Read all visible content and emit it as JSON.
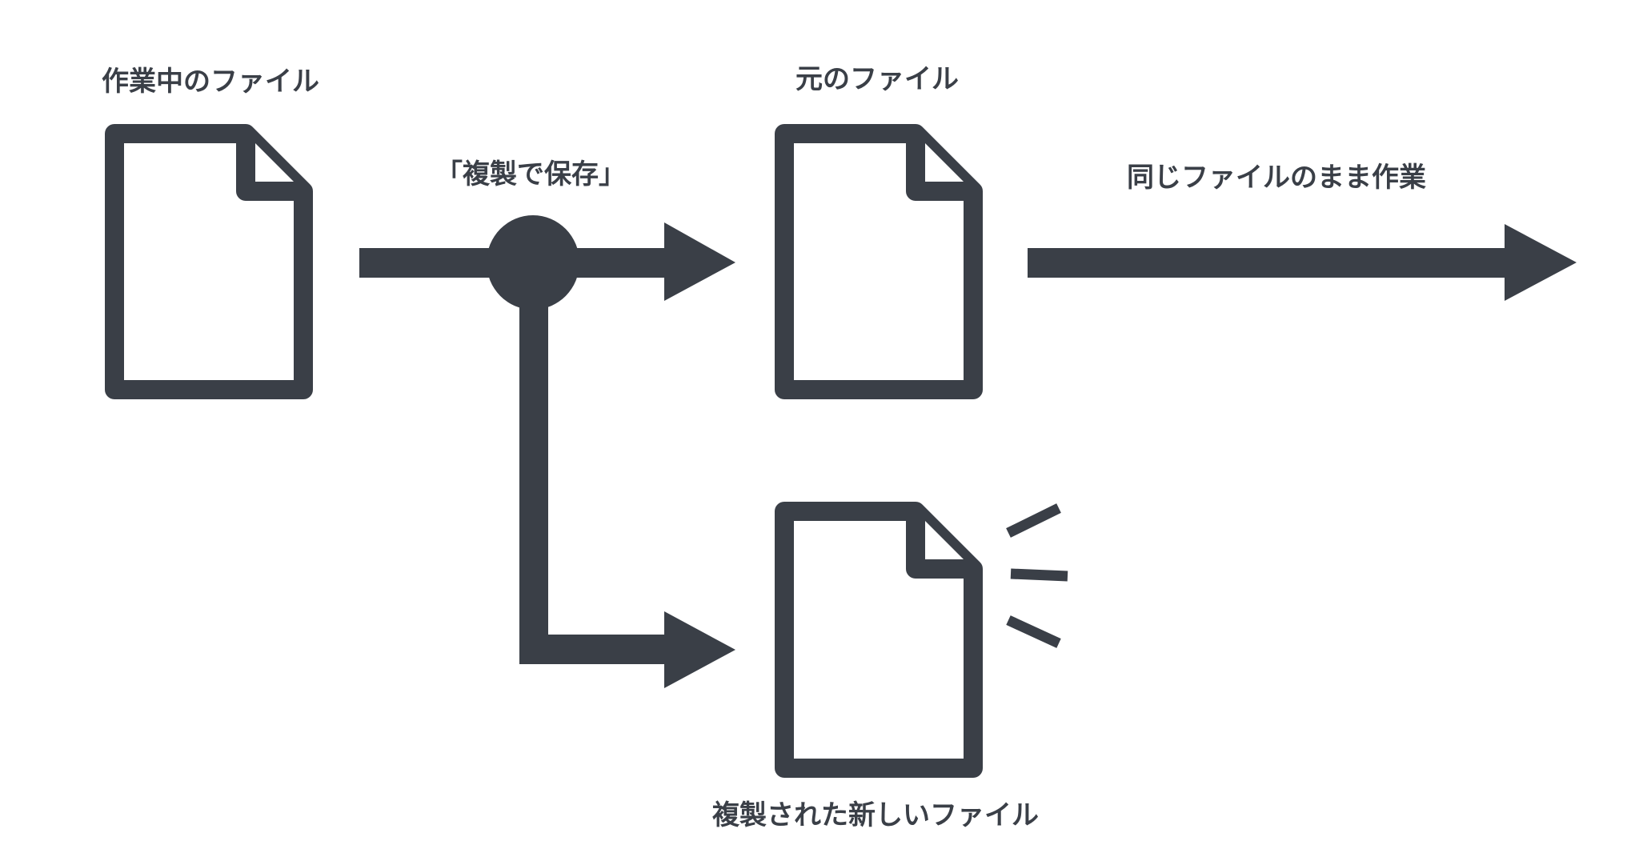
{
  "labels": {
    "working_file": "作業中のファイル",
    "save_as_copy": "「複製で保存」",
    "original_file": "元のファイル",
    "continue_same_file": "同じファイルのまま作業",
    "new_copied_file": "複製された新しいファイル"
  },
  "colors": {
    "ink": "#3a3f47",
    "background": "#ffffff"
  }
}
